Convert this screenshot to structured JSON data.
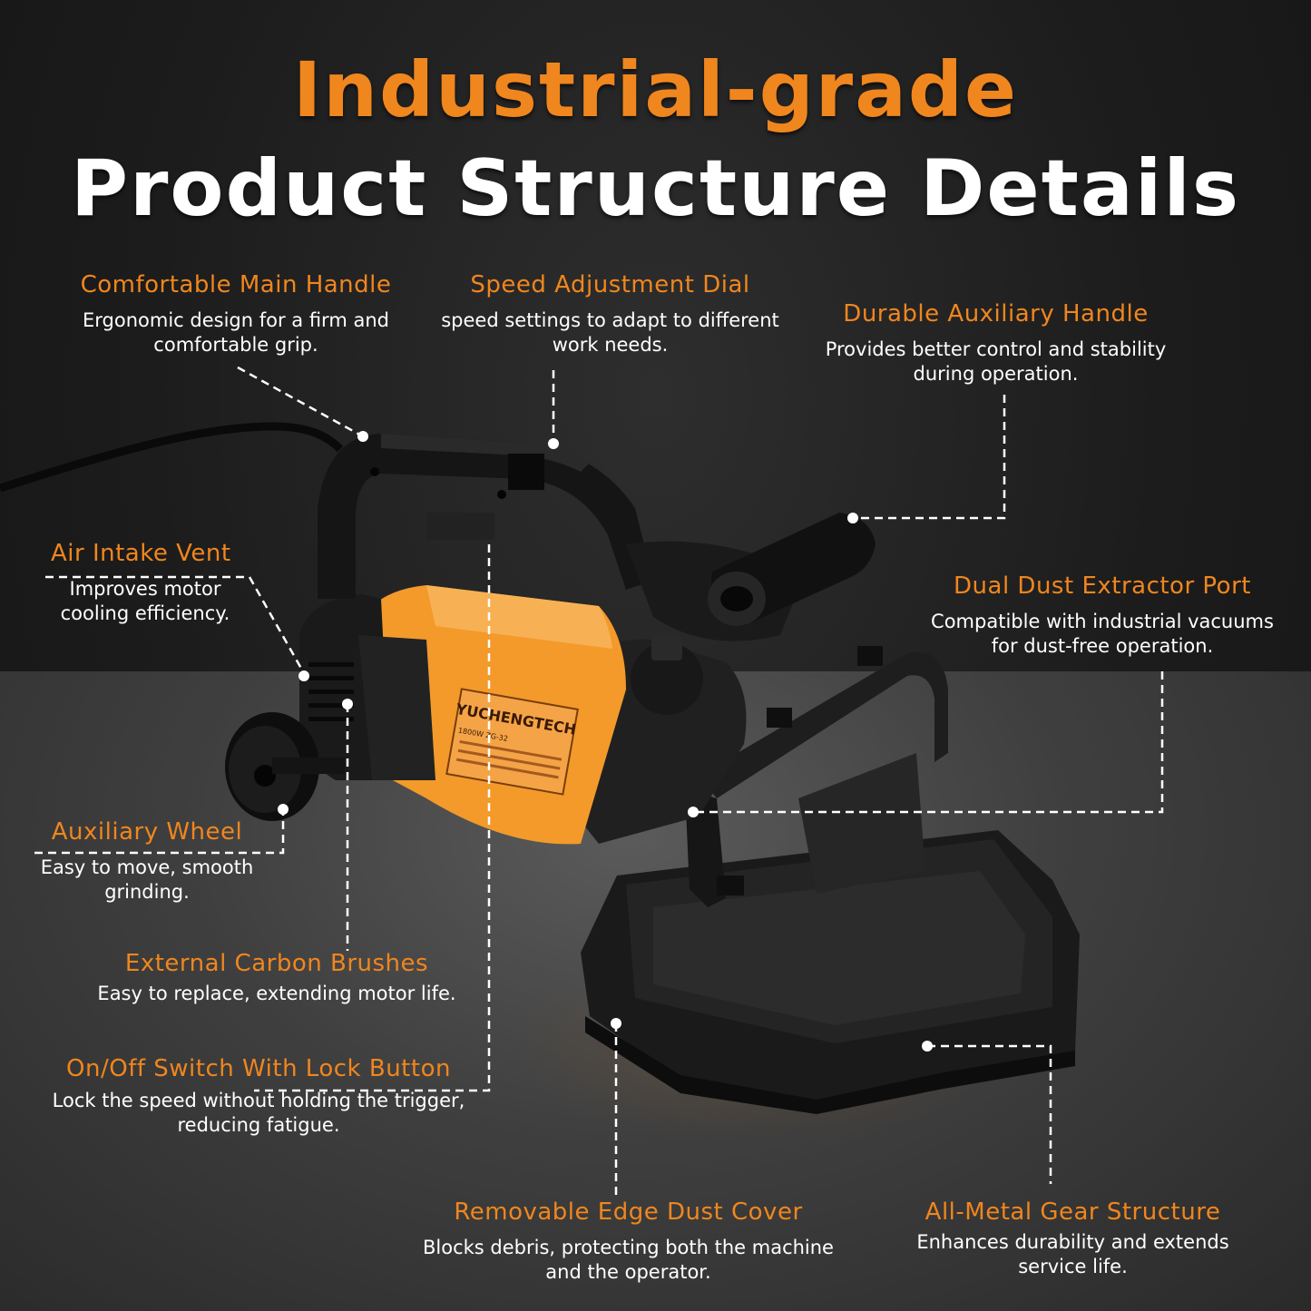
{
  "heading": {
    "line1": "Industrial-grade",
    "line2": "Product Structure Details"
  },
  "product": {
    "brand": "YUCHENGTECH",
    "model_badge": "1800W ZG-32"
  },
  "colors": {
    "accent": "#f0861e",
    "text": "#ffffff",
    "background": "#1c1c1c",
    "motor_housing": "#f39a2b"
  },
  "callouts": {
    "main_handle": {
      "label": "Comfortable Main Handle",
      "line1": "Ergonomic design for a firm and",
      "line2": "comfortable grip."
    },
    "speed_dial": {
      "label": "Speed Adjustment Dial",
      "line1": "speed settings to adapt to different",
      "line2": "work needs."
    },
    "aux_handle": {
      "label": "Durable Auxiliary Handle",
      "line1": "Provides better control and stability",
      "line2": "during operation."
    },
    "air_vent": {
      "label": "Air Intake Vent",
      "line1": "Improves motor",
      "line2": "cooling efficiency."
    },
    "dust_port": {
      "label": "Dual Dust Extractor Port",
      "line1": "Compatible with industrial vacuums",
      "line2": "for dust-free operation."
    },
    "aux_wheel": {
      "label": "Auxiliary Wheel",
      "line1": "Easy to move, smooth",
      "line2": "grinding."
    },
    "carbon_brushes": {
      "label": "External Carbon Brushes",
      "line1": "Easy to replace, extending motor life."
    },
    "switch": {
      "label": "On/Off Switch With Lock Button",
      "line1": "Lock the speed without holding the trigger,",
      "line2": "reducing fatigue."
    },
    "dust_cover": {
      "label": "Removable Edge Dust Cover",
      "line1": "Blocks debris, protecting both the machine",
      "line2": "and the operator."
    },
    "gear": {
      "label": "All-Metal Gear Structure",
      "line1": "Enhances durability and extends",
      "line2": "service life."
    }
  }
}
